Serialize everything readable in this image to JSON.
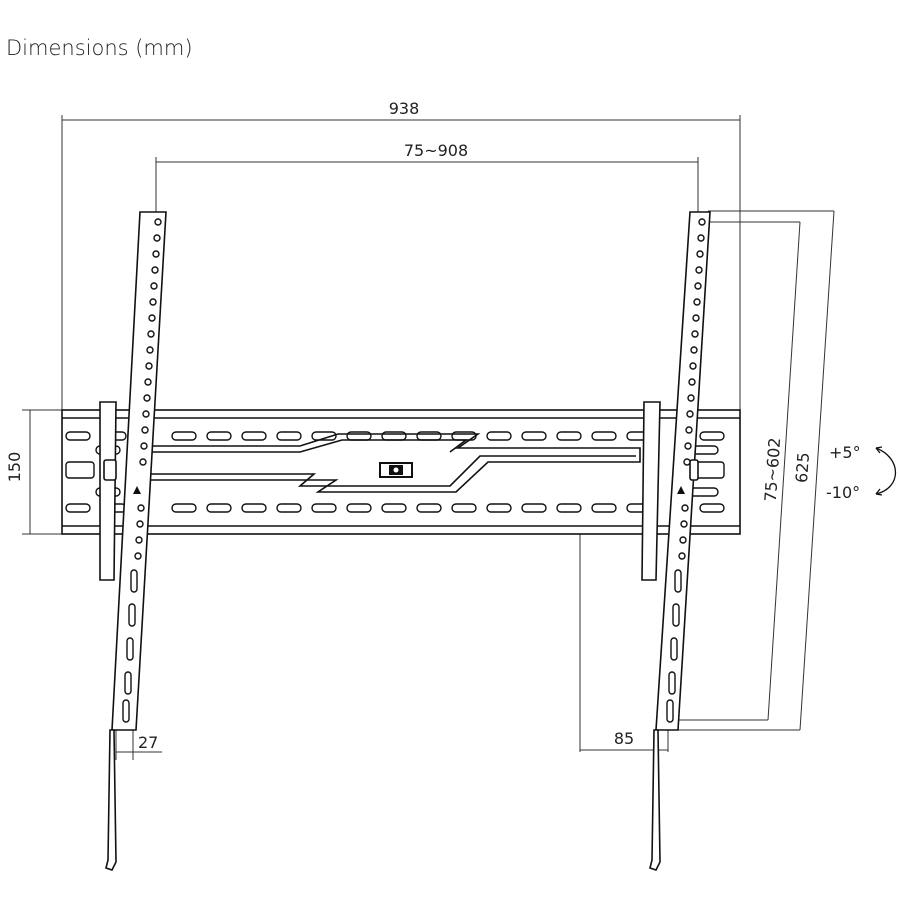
{
  "title": "Dimensions (mm)",
  "dimensions": {
    "overall_width": "938",
    "vesa_width": "75~908",
    "rail_height": "150",
    "vesa_height": "75~602",
    "overall_height": "625",
    "arm_width": "27",
    "offset": "85"
  },
  "tilt": {
    "up": "+5°",
    "down": "-10°"
  },
  "colors": {
    "line": "#111111",
    "dim_line": "#333333"
  }
}
